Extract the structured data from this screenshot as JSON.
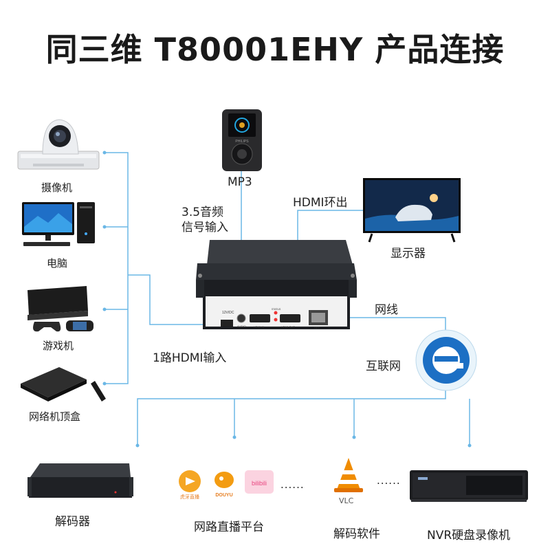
{
  "title": "同三维 T80001EHY 产品连接",
  "sources": {
    "camera": "摄像机",
    "pc": "电脑",
    "console": "游戏机",
    "settop": "网络机顶盒"
  },
  "mp3": "MP3",
  "audio_in": {
    "line1": "3.5音频",
    "line2": "信号输入"
  },
  "hdmi_out": "HDMI环出",
  "display": "显示器",
  "net_cable": "网线",
  "internet": "互联网",
  "hdmi_in": "1路HDMI输入",
  "device_port_labels": {
    "power": "12V/DC",
    "audio": "AUDIO",
    "hdmi_in": "HDMI IN",
    "hdmi_out": "HDMI OUT",
    "net": "NET",
    "status": "STATUS"
  },
  "mp3_brand": "PHILIPS",
  "outputs": {
    "decoder": "解码器",
    "platform": "网路直播平台",
    "software": "解码软件",
    "nvr": "NVR硬盘录像机"
  },
  "platform_logos": {
    "huya": "虎牙直播",
    "douyu": "DOUYU",
    "bilibili": "bilibili"
  },
  "vlc": "VLC",
  "ellipsis": "......",
  "line_color": "#6ab7e6"
}
